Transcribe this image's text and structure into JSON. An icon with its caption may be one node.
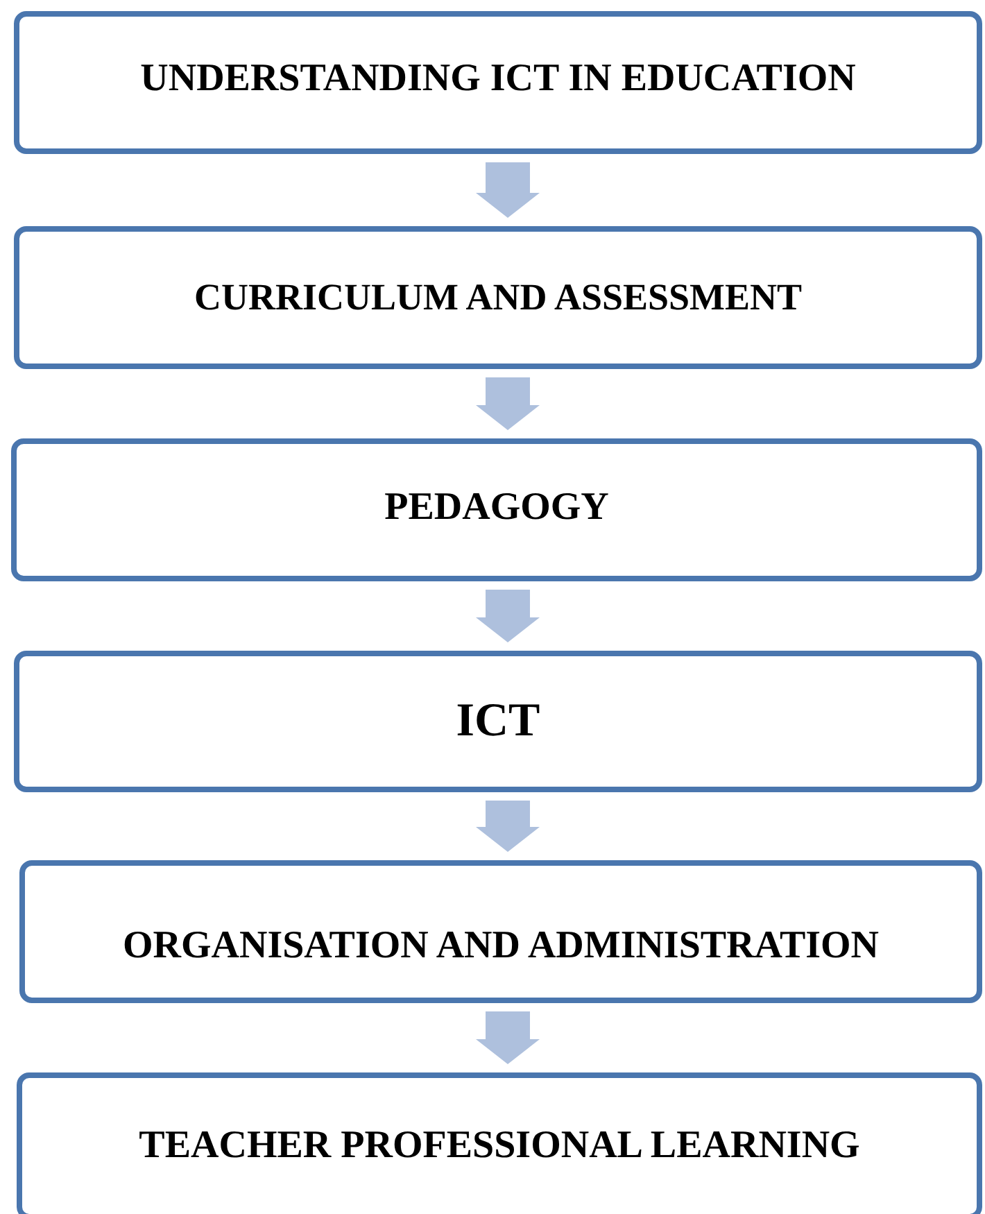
{
  "diagram": {
    "nodes": [
      {
        "text": [
          "UNDERSTANDING ICT IN EDUCATION"
        ]
      },
      {
        "text": [
          "CURRICULUM AND ASSESSMENT"
        ]
      },
      {
        "text": [
          "PEDAGOGY"
        ]
      },
      {
        "text": [
          "ICT"
        ]
      },
      {
        "text": [
          "ORGANISATION AND ADMINISTRATION"
        ]
      },
      {
        "text": [
          "TEACHER PROFESSIONAL LEARNING"
        ]
      }
    ],
    "edges": [
      {
        "from": 0,
        "to": 1,
        "arrow": "to"
      },
      {
        "from": 1,
        "to": 2,
        "arrow": "to"
      },
      {
        "from": 2,
        "to": 3,
        "arrow": "to"
      },
      {
        "from": 3,
        "to": 4,
        "arrow": "to"
      },
      {
        "from": 4,
        "to": 5,
        "arrow": "to"
      }
    ]
  }
}
